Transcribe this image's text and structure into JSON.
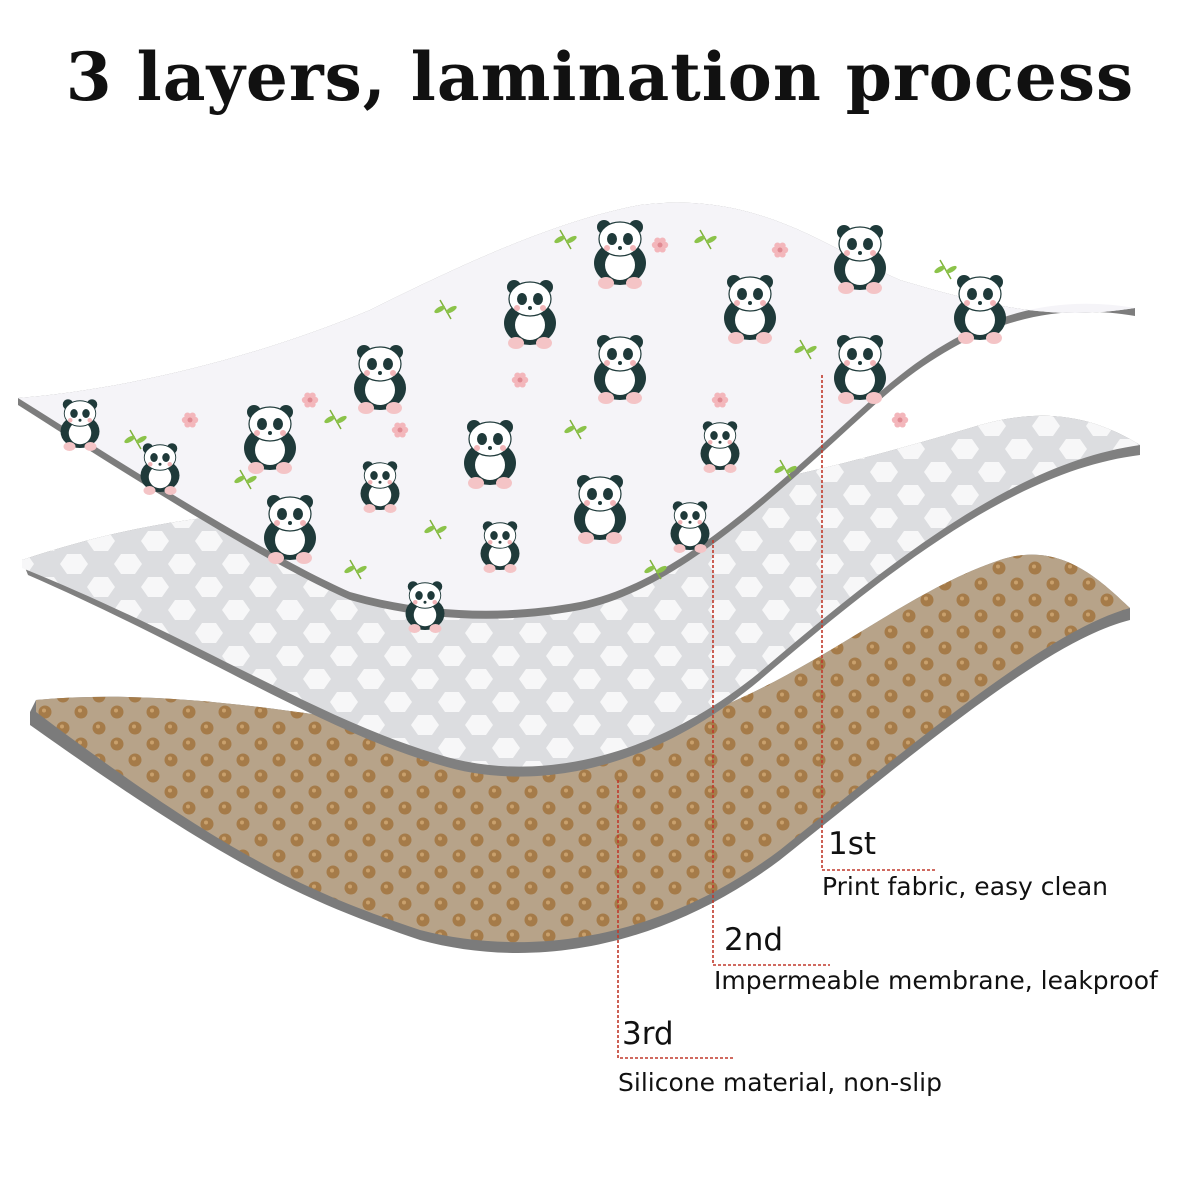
{
  "title": "3 layers, lamination process",
  "colors": {
    "background": "#ffffff",
    "print_fabric": "#f6f5f8",
    "membrane": "#eeeeef",
    "silicone_base": "#b39f85",
    "silicone_dot": "#a57d4d",
    "edge": "#7e7e7e",
    "leader_line": "#c0392b"
  },
  "layers": [
    {
      "number": "1st",
      "description": "Print fabric, easy clean",
      "pattern": "panda-print"
    },
    {
      "number": "2nd",
      "description": "Impermeable membrane, leakproof",
      "pattern": "honeycomb"
    },
    {
      "number": "3rd",
      "description": "Silicone material, non-slip",
      "pattern": "silicone-dots"
    }
  ]
}
